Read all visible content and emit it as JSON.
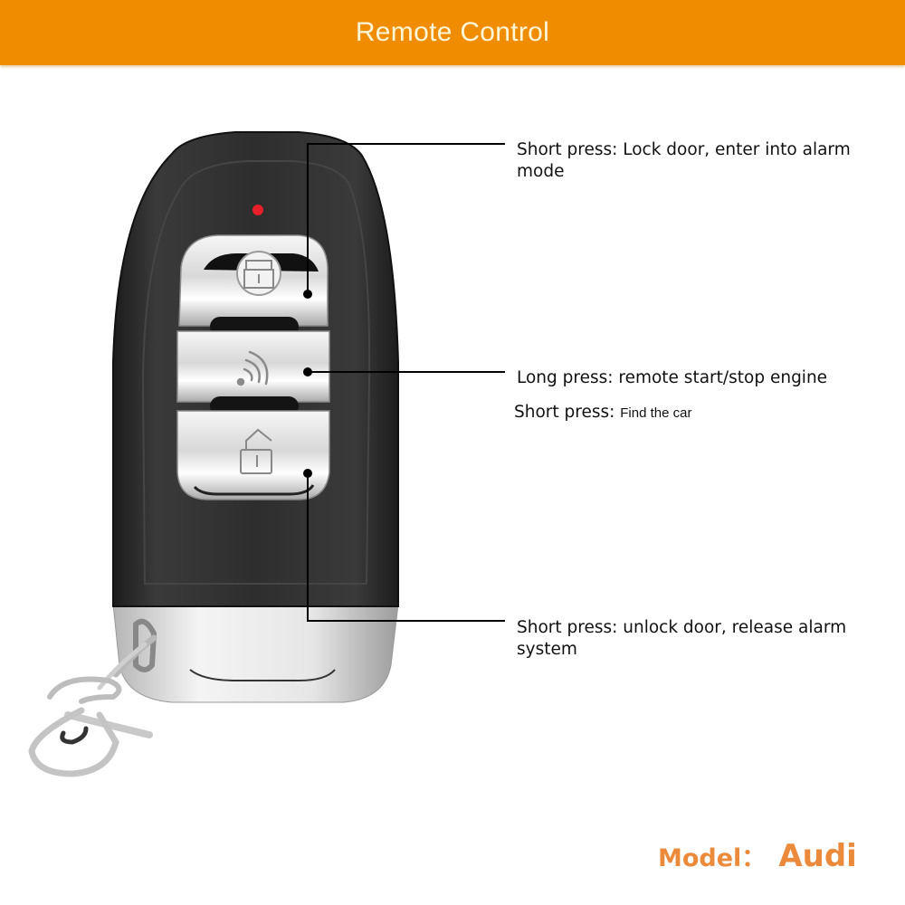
{
  "header": {
    "title": "Remote Control",
    "background": "#ef8c00",
    "text_color": "#fff6d8"
  },
  "callouts": [
    {
      "id": "lock-button",
      "line1": "Short press: Lock door, enter into alarm",
      "line2": "mode"
    },
    {
      "id": "signal-button",
      "line1": "Long press: remote start/stop engine",
      "line2_prefix": "Short press:",
      "line2_suffix": "Find the car"
    },
    {
      "id": "unlock-button",
      "line1": "Short press: unlock door, release alarm",
      "line2": "system"
    }
  ],
  "model": {
    "label": "Model：",
    "value": "Audi",
    "color": "#ec8a3c"
  },
  "product": {
    "led_color": "#e8202a",
    "buttons": [
      "lock-icon",
      "signal-wave-icon",
      "unlock-icon"
    ]
  }
}
